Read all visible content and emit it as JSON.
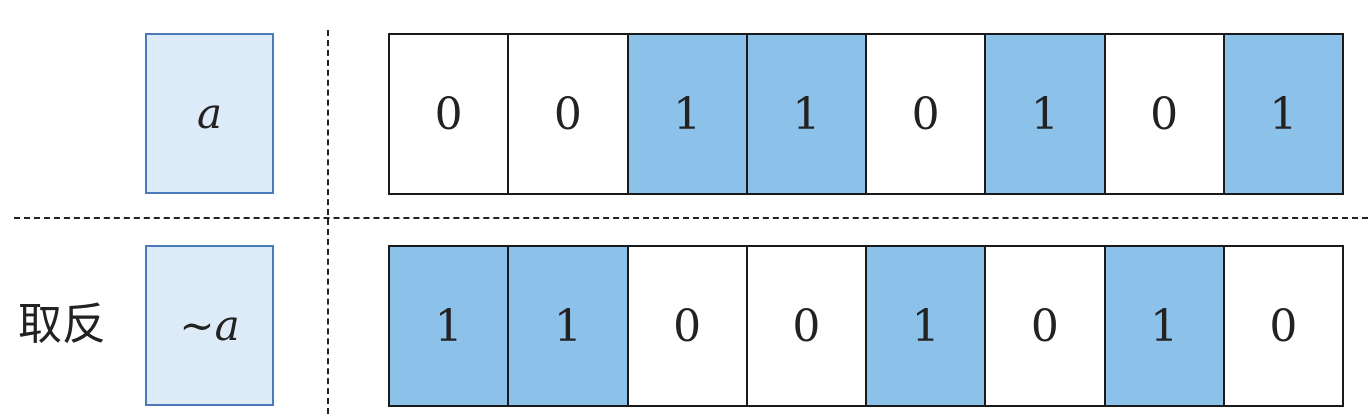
{
  "rows": [
    {
      "var": "a",
      "label": "",
      "bits": [
        "0",
        "0",
        "1",
        "1",
        "0",
        "1",
        "0",
        "1"
      ]
    },
    {
      "var": "~a",
      "label": "取反",
      "bits": [
        "1",
        "1",
        "0",
        "0",
        "1",
        "0",
        "1",
        "0"
      ]
    }
  ],
  "colors": {
    "bit_on_fill": "#8cc1ea",
    "var_box_fill": "#dcebf7",
    "var_box_border": "#4a7ab8"
  }
}
